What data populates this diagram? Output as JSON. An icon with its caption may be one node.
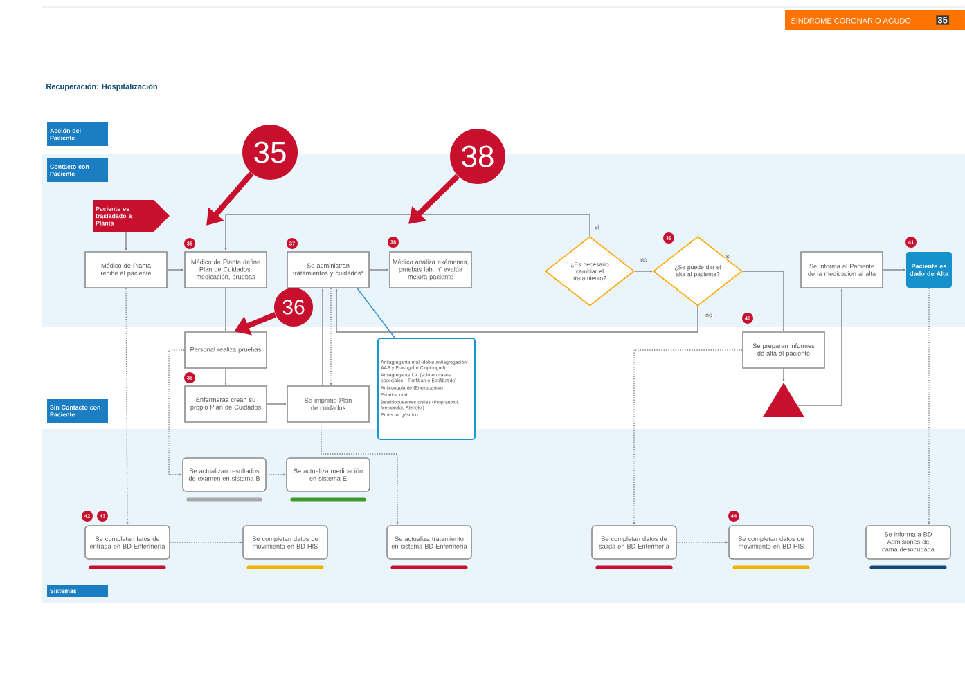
{
  "diagram": {
    "title": "Recuperación: Hospitalización",
    "nodes": [
      {
        "text": [
          "Acción del Paciente"
        ]
      },
      {
        "text": [
          "Contacto con Paciente"
        ]
      },
      {
        "text": [
          "Sin Contacto con Paciente"
        ]
      },
      {
        "text": [
          "Sistemas"
        ]
      },
      {
        "text": [
          "Paciente es trasladado a Planta"
        ]
      },
      {
        "text": [
          "Médico de Planta recibe al paciente"
        ]
      },
      {
        "text": [
          "Médico de Planta define Plan de Cuidados, medicación, pruebas"
        ],
        "beside": [
          "35"
        ]
      },
      {
        "text": [
          "Se administran tratamientos y cuidados*"
        ],
        "beside": [
          "37"
        ]
      },
      {
        "text": [
          "Médico analiza exámenes, pruebas lab. Y evalúa mejora paciente"
        ],
        "beside": [
          "38"
        ]
      },
      {
        "text": [
          "¿Es necesario cambiar el tratamiento?"
        ]
      },
      {
        "text": [
          "¿Se puede dar el alta al paciente?"
        ],
        "beside": [
          "39"
        ]
      },
      {
        "text": [
          "Se informa al Paciente de la medicación al alta"
        ]
      },
      {
        "text": [
          "Paciente es dado de Alta"
        ],
        "beside": [
          "41"
        ]
      },
      {
        "text": [
          "Personal realiza pruebas"
        ]
      },
      {
        "text": [
          "Enfermeras crean su propio Plan de Cuidados"
        ],
        "beside": [
          "36"
        ]
      },
      {
        "text": [
          "Se imprime Plan de cuidados"
        ]
      },
      {
        "text": [
          "Antiagregante oral (doble antiagregación - AAS y Prasugel o Clopidogrel)",
          "Antiagregante I.V. (solo en casos especiales - Tirofiban o Eptifibatide)",
          "Anticoagulante (Enoxaparina)",
          "Estatina oral",
          "Betabloqueantes orales (Propranolol, Metoprolol, Atenolol)",
          "Protector gástrico"
        ]
      },
      {
        "text": [
          "Se preparan informes de alta al paciente"
        ],
        "beside": [
          "40"
        ]
      },
      {
        "text": [],
        "shape": "triangle"
      },
      {
        "text": [
          "Se actualizan resultados de examen en sistema B"
        ]
      },
      {
        "text": [
          "Se actualiza medicación en sistema E"
        ]
      },
      {
        "text": [
          "Se completan fatos de entrada en BD Enfermería"
        ],
        "beside": [
          "42",
          "43"
        ]
      },
      {
        "text": [
          "Se completan datos de movimiento en BD HIS"
        ]
      },
      {
        "text": [
          "Se actualiza tratamiento en sistema BD Enfermería"
        ]
      },
      {
        "text": [
          "Se completan datos de salida en BD Enfermería"
        ]
      },
      {
        "text": [
          "Se completan datos de movimiento en BD HIS"
        ],
        "beside": [
          "44"
        ]
      },
      {
        "text": [
          "Se informa a BD Admisiones de cama desocupada"
        ]
      },
      {
        "text": [
          "35"
        ]
      },
      {
        "text": [
          "36"
        ]
      },
      {
        "text": [
          "38"
        ]
      }
    ],
    "edges": [
      {
        "from": 4,
        "to": 5,
        "arrow": "to"
      },
      {
        "from": 5,
        "to": 6,
        "arrow": "to"
      },
      {
        "from": 9,
        "to": 6,
        "arrow": "to",
        "label": "si"
      },
      {
        "from": 6,
        "to": 13,
        "arrow": "to"
      },
      {
        "from": 7,
        "to": 8,
        "arrow": "to"
      },
      {
        "from": 9,
        "to": 10,
        "arrow": "to",
        "label": "no"
      },
      {
        "from": 10,
        "to": 17,
        "arrow": "to",
        "label": "si"
      },
      {
        "from": 10,
        "to": 7,
        "arrow": "to",
        "label": "no"
      },
      {
        "from": 13,
        "to": 14,
        "arrow": "to"
      },
      {
        "from": 14,
        "to": 15,
        "arrow": "to"
      },
      {
        "from": 15,
        "to": 7,
        "arrow": "to"
      },
      {
        "from": 7,
        "to": 15,
        "arrow": "to",
        "style": "dashed"
      },
      {
        "from": 17,
        "to": 18,
        "arrow": "to"
      },
      {
        "from": 18,
        "to": 11,
        "arrow": "to"
      },
      {
        "from": 11,
        "to": 12,
        "arrow": "to"
      },
      {
        "from": 5,
        "to": 21,
        "arrow": "to",
        "style": "dashed"
      },
      {
        "from": 13,
        "to": 19,
        "arrow": "to",
        "style": "dashed"
      },
      {
        "from": 19,
        "to": 20,
        "arrow": "to",
        "style": "dashed"
      },
      {
        "from": 15,
        "to": 23,
        "arrow": "to",
        "style": "dashed"
      },
      {
        "from": 21,
        "to": 22,
        "arrow": "to",
        "style": "dashed"
      },
      {
        "from": 17,
        "to": 24,
        "arrow": "to",
        "style": "dashed"
      },
      {
        "from": 24,
        "to": 25,
        "arrow": "to",
        "style": "dashed"
      },
      {
        "from": 12,
        "to": 26,
        "arrow": "to",
        "style": "dashed"
      },
      {
        "from": 16,
        "to": 7,
        "arrow": "none",
        "color": "#2a8fd0"
      },
      {
        "from": 27,
        "to": null,
        "arrow": "to",
        "style": "thick",
        "color": "#c8102e"
      },
      {
        "from": 28,
        "to": 13,
        "arrow": "to",
        "style": "thick",
        "color": "#c8102e"
      },
      {
        "from": 29,
        "to": null,
        "arrow": "to",
        "style": "thick",
        "color": "#c8102e"
      }
    ],
    "labels": [
      "SÍNDROME CORONARIO AGUDO",
      "35"
    ]
  }
}
